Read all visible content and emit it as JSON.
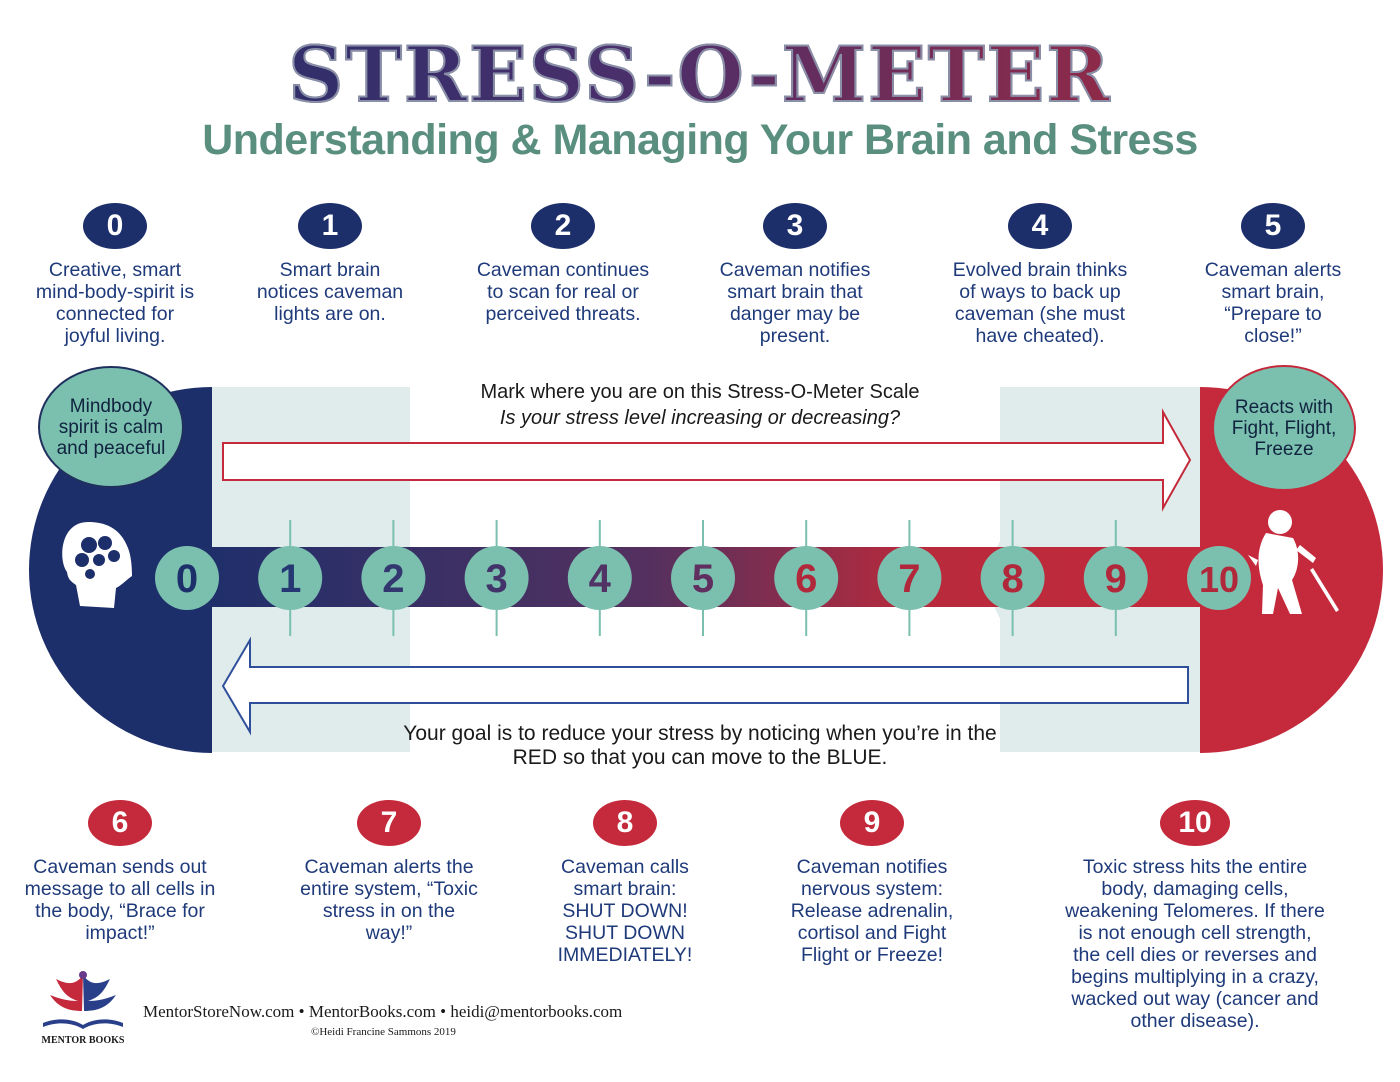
{
  "title": "STRESS-O-METER",
  "subtitle": "Understanding & Managing Your Brain and Stress",
  "colors": {
    "blue": "#1c2f6b",
    "red": "#c42a3b",
    "teal": "#7bbfaf",
    "light": "#dfeceb",
    "green_title": "#5a8f80"
  },
  "stages_top": [
    {
      "num": "0",
      "text": "Creative, smart mind-body-spirit is connected for joyful living."
    },
    {
      "num": "1",
      "text": "Smart brain notices caveman lights are on."
    },
    {
      "num": "2",
      "text": "Caveman continues to scan for real or perceived threats."
    },
    {
      "num": "3",
      "text": "Caveman notifies smart brain that danger may be present."
    },
    {
      "num": "4",
      "text": "Evolved brain thinks of ways to back up caveman (she must have cheated)."
    },
    {
      "num": "5",
      "text": "Caveman alerts smart brain, “Prepare to close!”"
    }
  ],
  "stages_bottom": [
    {
      "num": "6",
      "text": "Caveman sends out message to all cells in the body, “Brace for impact!”"
    },
    {
      "num": "7",
      "text": "Caveman alerts the entire system, “Toxic stress in on the way!”"
    },
    {
      "num": "8",
      "text": "Caveman calls smart brain: SHUT DOWN! SHUT DOWN IMMEDIATELY!"
    },
    {
      "num": "9",
      "text": "Caveman notifies nervous system: Release adrenalin, cortisol and Fight Flight or Freeze!"
    },
    {
      "num": "10",
      "text": "Toxic stress hits the entire body, damaging cells, weakening Telomeres. If there is not enough cell strength, the cell dies or reverses and begins multiplying in a crazy, wacked out way (cancer and other disease)."
    }
  ],
  "left_bubble": "Mindbody spirit is calm and peaceful",
  "right_bubble": "Reacts with Fight, Flight, Freeze",
  "meter_heading": "Mark where you are on this Stress-O-Meter Scale",
  "meter_question": "Is your stress level increasing or decreasing?",
  "scale": [
    "0",
    "1",
    "2",
    "3",
    "4",
    "5",
    "6",
    "7",
    "8",
    "9",
    "10"
  ],
  "goal": "Your goal is to reduce your stress by noticing when you’re in the RED so that you can move to the BLUE.",
  "footer_links": "MentorStoreNow.com • MentorBooks.com • heidi@mentorbooks.com",
  "copyright": "©Heidi Francine Sammons 2019",
  "brand": "MENTOR BOOKS",
  "icons": {
    "left": "brain-gears-head-icon",
    "right": "caveman-spear-icon",
    "logo": "phoenix-book-logo-icon"
  }
}
